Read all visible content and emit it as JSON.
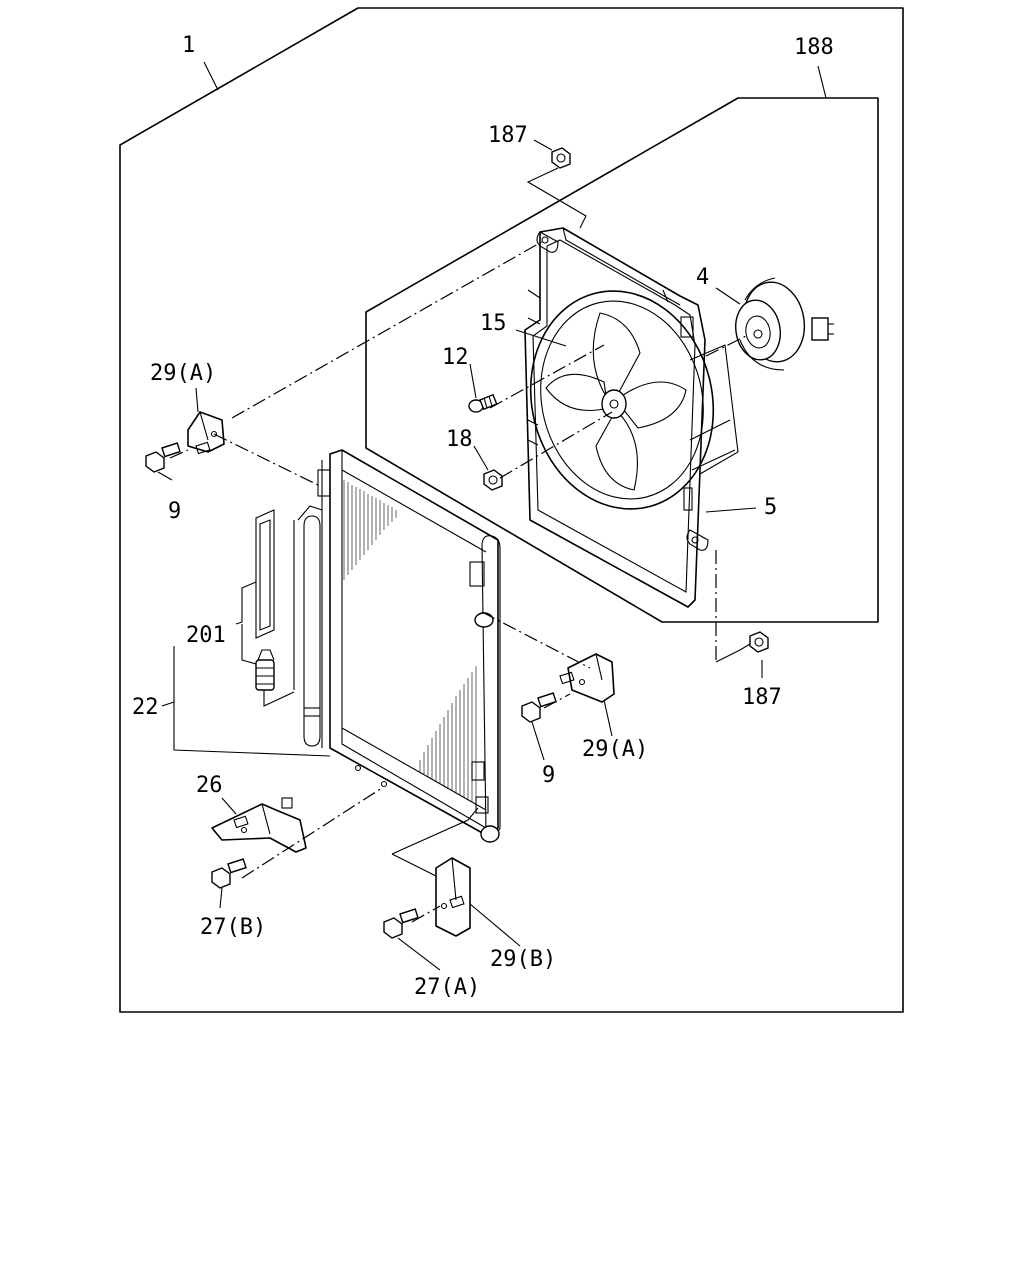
{
  "callouts": {
    "c1": "1",
    "c188": "188",
    "c187_top": "187",
    "c4": "4",
    "c15": "15",
    "c12": "12",
    "c18": "18",
    "c5": "5",
    "c187_bottom": "187",
    "c29a_left": "29(A)",
    "c9_left": "9",
    "c201": "201",
    "c22": "22",
    "c29a_right": "29(A)",
    "c9_right": "9",
    "c26": "26",
    "c27b": "27(B)",
    "c29b": "29(B)",
    "c27a": "27(A)"
  }
}
